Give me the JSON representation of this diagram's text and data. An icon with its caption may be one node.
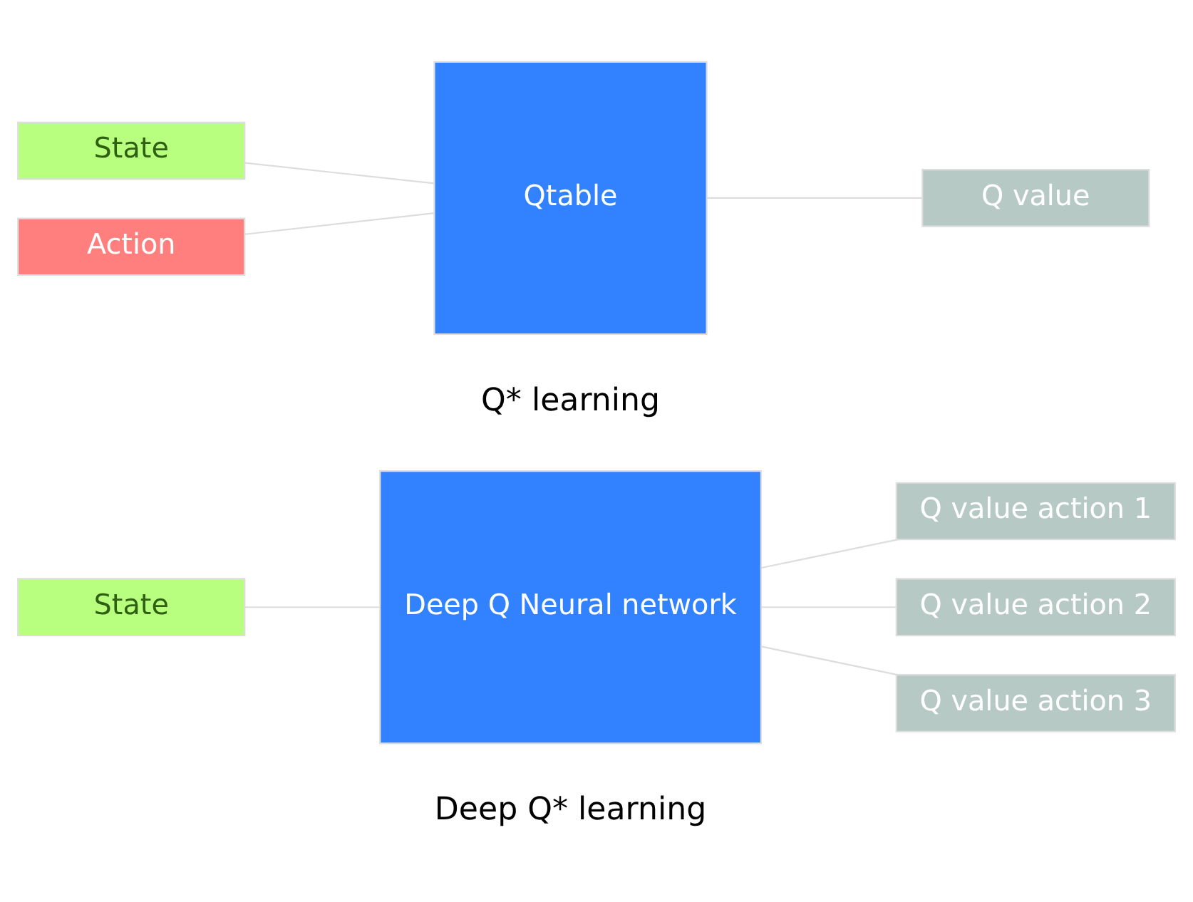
{
  "diagram": {
    "nodes": [
      {
        "text": [
          "State"
        ]
      },
      {
        "text": [
          "Action"
        ]
      },
      {
        "text": [
          "Qtable"
        ],
        "beside": [
          "Q* learning"
        ]
      },
      {
        "text": [
          "Q value"
        ]
      },
      {
        "text": [
          "State"
        ]
      },
      {
        "text": [
          "Deep Q Neural network"
        ],
        "beside": [
          "Deep Q* learning"
        ]
      },
      {
        "text": [
          "Q value action 1"
        ]
      },
      {
        "text": [
          "Q value action 2"
        ]
      },
      {
        "text": [
          "Q value action 3"
        ]
      }
    ],
    "edges": [
      {
        "from": 0,
        "to": 2,
        "arrow": "none"
      },
      {
        "from": 1,
        "to": 2,
        "arrow": "none"
      },
      {
        "from": 2,
        "to": 3,
        "arrow": "none"
      },
      {
        "from": 4,
        "to": 5,
        "arrow": "none"
      },
      {
        "from": 5,
        "to": 6,
        "arrow": "none"
      },
      {
        "from": 5,
        "to": 7,
        "arrow": "none"
      },
      {
        "from": 5,
        "to": 8,
        "arrow": "none"
      }
    ]
  }
}
